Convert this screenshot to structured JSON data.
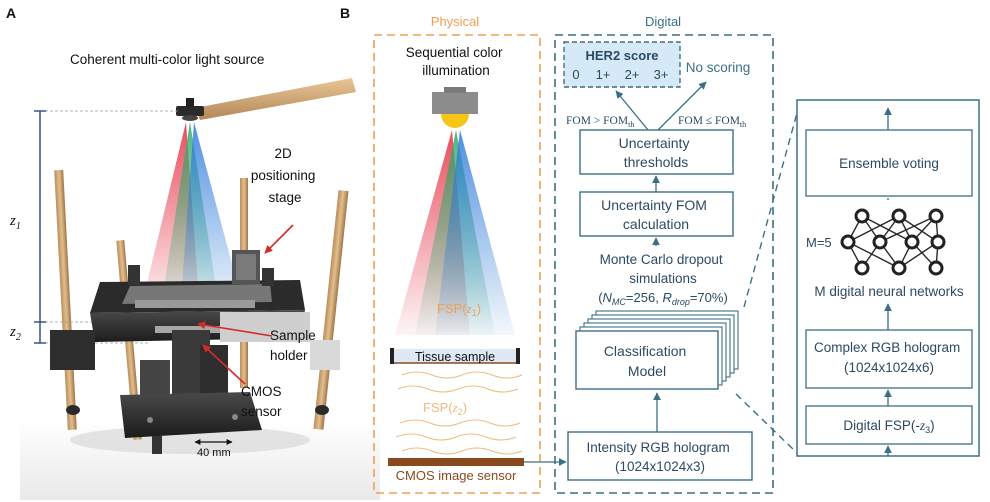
{
  "panel_a": {
    "label": "A",
    "light_source": "Coherent multi-color light source",
    "stage_line1": "2D",
    "stage_line2": "positioning",
    "stage_line3": "stage",
    "z1": "z",
    "z1_sub": "1",
    "z2": "z",
    "z2_sub": "2",
    "holder_line1": "Sample",
    "holder_line2": "holder",
    "cmos_line1": "CMOS",
    "cmos_line2": "sensor",
    "scale": "40 mm"
  },
  "panel_b": {
    "label": "B",
    "physical_title": "Physical",
    "digital_title": "Digital",
    "seq_line1": "Sequential color",
    "seq_line2": "illumination",
    "fsp_z1_pre": "FSP(",
    "fsp_z1_var": "z",
    "fsp_z1_sub": "1",
    "fsp_z1_post": ")",
    "tissue": "Tissue sample",
    "fsp_z2_pre": "FSP(",
    "fsp_z2_var": "z",
    "fsp_z2_sub": "2",
    "fsp_z2_post": ")",
    "cmos_image_sensor": "CMOS image sensor",
    "her2_title": "HER2 score",
    "her2_scores": [
      "0",
      "1+",
      "2+",
      "3+"
    ],
    "no_scoring": "No scoring",
    "fom_gt": "FOM > FOM",
    "fom_le": "FOM ≤ FOM",
    "fom_sub": "th",
    "unc_thr_line1": "Uncertainty",
    "unc_thr_line2": "thresholds",
    "unc_fom_line1": "Uncertainty FOM",
    "unc_fom_line2": "calculation",
    "mc_line1": "Monte Carlo dropout",
    "mc_line2": "simulations",
    "mc_n": "N",
    "mc_n_sub": "MC",
    "mc_n_val": "=256, ",
    "mc_r": "R",
    "mc_r_sub": "drop",
    "mc_r_val": "=70%)",
    "class_line1": "Classification",
    "class_line2": "Model",
    "intensity_line1": "Intensity RGB hologram",
    "intensity_line2": "(1024x1024x3)",
    "ensemble": "Ensemble voting",
    "m_label": "M=5",
    "mnets": "M digital neural networks",
    "complex_line1": "Complex RGB hologram",
    "complex_line2": "(1024x1024x6)",
    "digital_fsp_pre": "Digital  FSP(-",
    "digital_fsp_var": "z",
    "digital_fsp_sub": "3",
    "digital_fsp_post": ")"
  },
  "colors": {
    "orange": "#f0a050",
    "teal": "#3c6f86",
    "sensor": "#8b4a1e",
    "her2_fill": "#d6e9f7"
  }
}
